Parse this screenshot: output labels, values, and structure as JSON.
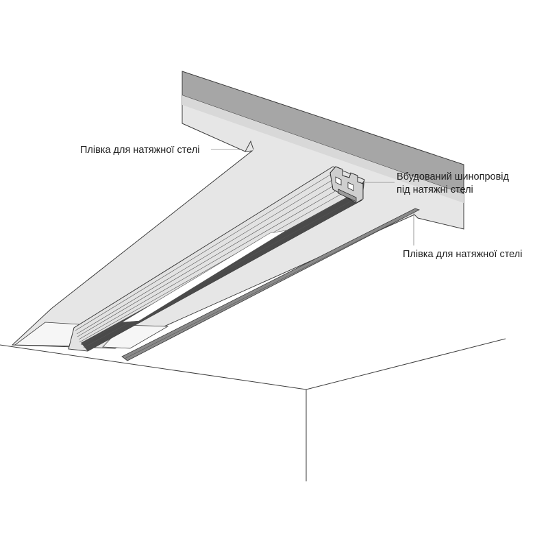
{
  "labels": {
    "film_top": "Плівка для натяжної стелі",
    "track_line1": "Вбудований шинопровід",
    "track_line2": "під натяжні стелі",
    "film_right": "Плівка для натяжної стелі"
  },
  "colors": {
    "background": "#ffffff",
    "lines": "#3c3c3c",
    "slab_face": "#e6e6e6",
    "slab_edge": "#a6a6a6",
    "ceiling_opening": "#f6f6f6",
    "track_dark": "#4a4a4a",
    "track_light": "#e2e2e2"
  }
}
